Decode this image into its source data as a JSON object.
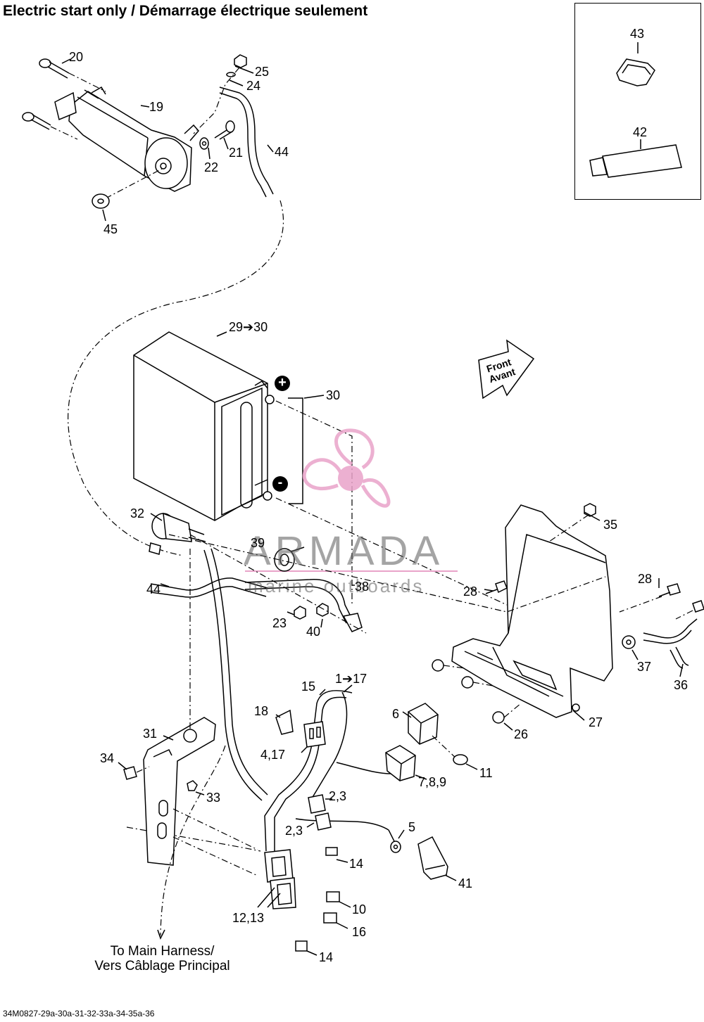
{
  "title": "Electric start only / Démarrage électrique seulement",
  "part_number": "34M0827-29a-30a-31-32-33a-34-35a-36",
  "harness_note": {
    "line1": "To Main Harness/",
    "line2": "Vers Câblage Principal"
  },
  "direction_label": {
    "line1": "Front",
    "line2": "Avant"
  },
  "battery_terminals": {
    "positive": "+",
    "negative": "-"
  },
  "watermark": {
    "name": "ARMADA",
    "tagline": "marine outboards",
    "color": "#e9a3c9"
  },
  "callouts": {
    "c20": "20",
    "c25": "25",
    "c24": "24",
    "c19": "19",
    "c21": "21",
    "c22": "22",
    "c44a": "44",
    "c45": "45",
    "c43": "43",
    "c42": "42",
    "c29_30": "29➔30",
    "c30": "30",
    "c32": "32",
    "c39": "39",
    "c35": "35",
    "c38": "38",
    "c28a": "28",
    "c28b": "28",
    "c44b": "44",
    "c23": "23",
    "c40": "40",
    "c37": "37",
    "c36": "36",
    "c15": "15",
    "c1_17": "1➔17",
    "c18": "18",
    "c6": "6",
    "c27": "27",
    "c26": "26",
    "c31": "31",
    "c4_17": "4,17",
    "c11": "11",
    "c34": "34",
    "c7_8_9": "7,8,9",
    "c33": "33",
    "c2_3a": "2,3",
    "c2_3b": "2,3",
    "c5": "5",
    "c14a": "14",
    "c41": "41",
    "c10": "10",
    "c12_13": "12,13",
    "c16": "16",
    "c14b": "14"
  }
}
